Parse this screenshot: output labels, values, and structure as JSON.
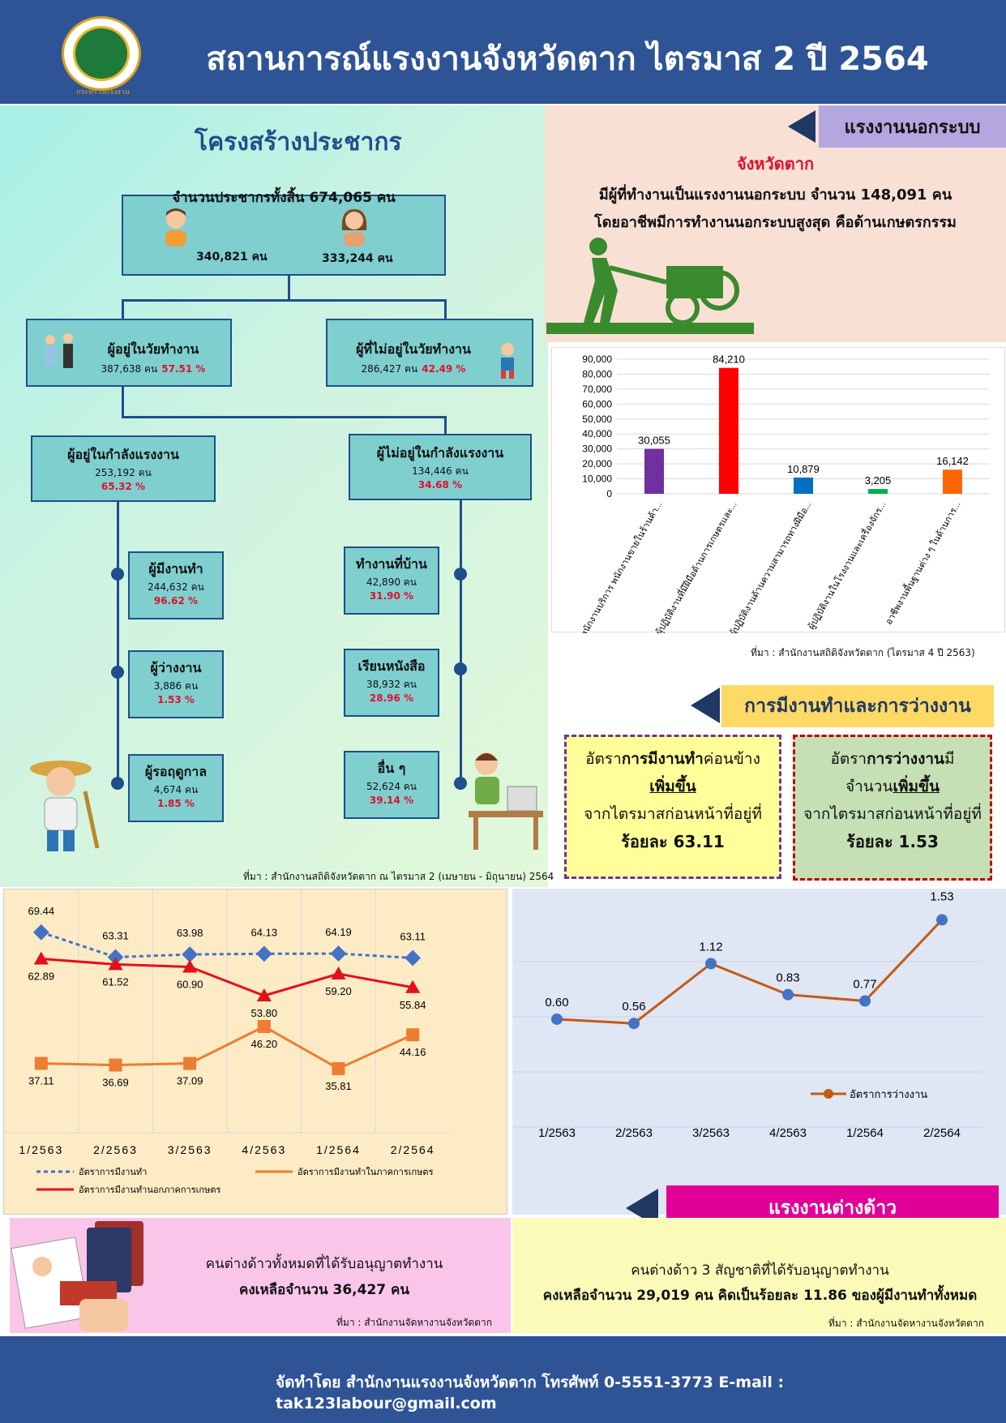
{
  "header": {
    "title": "สถานการณ์แรงงานจังหวัดตาก ไตรมาส 2 ปี 2564",
    "logo_caption": "กระทรวงแรงงาน"
  },
  "population": {
    "section_title": "โครงสร้างประชากร",
    "total": "จำนวนประชากรทั้งสิ้น 674,065 คน",
    "male": "340,821 คน",
    "female": "333,244 คน",
    "working_age": {
      "label": "ผู้อยู่ในวัยทำงาน",
      "count": "387,638 คน",
      "pct": "57.51 %"
    },
    "non_working_age": {
      "label": "ผู้ที่ไม่อยู่ในวัยทำงาน",
      "count": "286,427 คน",
      "pct": "42.49 %"
    },
    "labor_force": {
      "label": "ผู้อยู่ในกำลังแรงงาน",
      "count": "253,192 คน",
      "pct": "65.32 %"
    },
    "not_labor_force": {
      "label": "ผู้ไม่อยู่ในกำลังแรงงาน",
      "count": "134,446 คน",
      "pct": "34.68 %"
    },
    "employed": {
      "label": "ผู้มีงานทำ",
      "count": "244,632 คน",
      "pct": "96.62 %"
    },
    "unemployed": {
      "label": "ผู้ว่างงาน",
      "count": "3,886 คน",
      "pct": "1.53 %"
    },
    "seasonal": {
      "label": "ผู้รอฤดูกาล",
      "count": "4,674 คน",
      "pct": "1.85 %"
    },
    "housework": {
      "label": "ทำงานที่บ้าน",
      "count": "42,890 คน",
      "pct": "31.90 %"
    },
    "studying": {
      "label": "เรียนหนังสือ",
      "count": "38,932 คน",
      "pct": "28.96 %"
    },
    "others": {
      "label": "อื่น ๆ",
      "count": "52,624 คน",
      "pct": "39.14 %"
    },
    "source": "ที่มา : สำนักงานสถิติจังหวัดตาก ณ ไตรมาส 2 (เมษายน - มิถุนายน) 2564"
  },
  "informal": {
    "tag": "แรงงานนอกระบบ",
    "province": "จังหวัดตาก",
    "line1": "มีผู้ที่ทำงานเป็นแรงงานนอกระบบ จำนวน 148,091 คน",
    "line2": "โดยอาชีพมีการทำงานนอกระบบสูงสุด คือด้านเกษตรกรรม",
    "source": "ที่มา : สำนักงานสถิติจังหวัดตาก (ไตรมาส 4 ปี 2563)"
  },
  "employment": {
    "tag": "การมีงานทำและการว่างงาน",
    "emp_pre": "อัตรา",
    "emp_bold": "การมีงานทำ",
    "emp_post": "ค่อนข้าง",
    "emp_up": "เพิ่มขึ้น",
    "emp_line3": "จากไตรมาสก่อนหน้าที่อยู่ที่",
    "emp_value": "ร้อยละ 63.11",
    "unemp_pre": "อัตรา",
    "unemp_bold": "การว่างงาน",
    "unemp_post": "มี",
    "unemp_line2a": "จำนวน",
    "unemp_up": "เพิ่มขึ้น",
    "unemp_line3": "จากไตรมาสก่อนหน้าที่อยู่ที่",
    "unemp_value": "ร้อยละ 1.53"
  },
  "foreign": {
    "tag": "แรงงานต่างด้าว",
    "left_line1": "คนต่างด้าวทั้งหมดที่ได้รับอนุญาตทำงาน",
    "left_line2": "คงเหลือจำนวน 36,427 คน",
    "left_source": "ที่มา : สำนักงานจัดหางานจังหวัดตาก",
    "right_line1": "คนต่างด้าว 3 สัญชาติที่ได้รับอนุญาตทำงาน",
    "right_line2": "คงเหลือจำนวน 29,019 คน คิดเป็นร้อยละ 11.86 ของผู้มีงานทำทั้งหมด",
    "right_source": "ที่มา : สำนักงานจัดหางานจังหวัดตาก"
  },
  "footer": {
    "text": "จัดทำโดย สำนักงานแรงงานจังหวัดตาก โทรศัพท์ 0-5551-3773 E-mail : tak123labour@gmail.com"
  },
  "chart_data": [
    {
      "type": "bar",
      "categories": [
        "พนักงานบริการ พนักงานขายในร้านค้า...",
        "ผู้ปฏิบัติงานที่มีฝีมือด้านการเกษตรและ...",
        "ผู้ปฏิบัติงานด้านความสามารถทางฝีมือ...",
        "ผู้ปฏิบัติงานในโรงงานและเครื่องจักร...",
        "อาชีพงานพื้นฐานต่าง ๆ ในด้านการ..."
      ],
      "values": [
        30055,
        84210,
        10879,
        3205,
        16142
      ],
      "value_labels": [
        "30,055",
        "84,210",
        "10,879",
        "3,205",
        "16,142"
      ],
      "colors": [
        "#7030a0",
        "#ff0000",
        "#0070c0",
        "#00b050",
        "#ff6600"
      ],
      "yticks": [
        "0",
        "10,000",
        "20,000",
        "30,000",
        "40,000",
        "50,000",
        "60,000",
        "70,000",
        "80,000",
        "90,000"
      ],
      "ylim": [
        0,
        90000
      ]
    },
    {
      "type": "line",
      "categories": [
        "1/2563",
        "2/2563",
        "3/2563",
        "4/2563",
        "1/2564",
        "2/2564"
      ],
      "ylim": [
        20,
        80
      ],
      "series": [
        {
          "name": "อัตราการมีงานทำ",
          "values": [
            69.44,
            63.31,
            63.98,
            64.13,
            64.19,
            63.11
          ],
          "labels": [
            "69.44",
            "63.31",
            "63.98",
            "64.13",
            "64.19",
            "63.11"
          ],
          "color": "#4472c4"
        },
        {
          "name": "อัตราการมีงานทำนอกภาคการเกษตร",
          "values": [
            62.89,
            61.52,
            60.9,
            53.8,
            59.2,
            55.84
          ],
          "labels": [
            "62.89",
            "61.52",
            "60.90",
            "53.80",
            "59.20",
            "55.84"
          ],
          "color": "#e3101a"
        },
        {
          "name": "อัตราการมีงานทำในภาคการเกษตร",
          "values": [
            37.11,
            36.69,
            37.09,
            46.2,
            35.81,
            44.16
          ],
          "labels": [
            "37.11",
            "36.69",
            "37.09",
            "46.20",
            "35.81",
            "44.16"
          ],
          "color": "#ed7d31"
        }
      ]
    },
    {
      "type": "line",
      "categories": [
        "1/2563",
        "2/2563",
        "3/2563",
        "4/2563",
        "1/2564",
        "2/2564"
      ],
      "ylim": [
        0,
        1.6
      ],
      "series": [
        {
          "name": "อัตราการว่างงาน",
          "values": [
            0.6,
            0.56,
            1.12,
            0.83,
            0.77,
            1.53
          ],
          "labels": [
            "0.60",
            "0.56",
            "1.12",
            "0.83",
            "0.77",
            "1.53"
          ],
          "color": "#c55a11"
        }
      ]
    }
  ]
}
